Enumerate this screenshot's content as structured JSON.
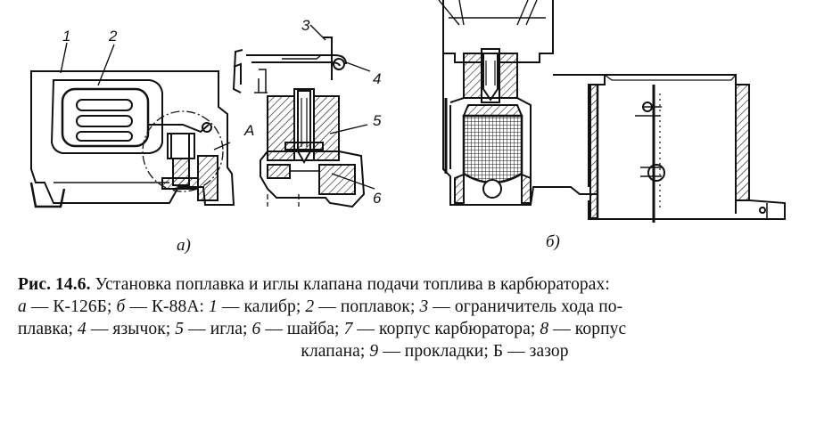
{
  "figure": {
    "callouts": {
      "n1": "1",
      "n2": "2",
      "n3": "3",
      "n4": "4",
      "n5": "5",
      "n6": "6",
      "detail": "A"
    },
    "subfigures": {
      "a": "а)",
      "b": "б)"
    }
  },
  "caption": {
    "fig_label": "Рис. 14.6.",
    "title": "Установка поплавка и иглы клапана подачи топлива в карбюраторах:",
    "a_letter": "а",
    "a_text": "— К-126Б;",
    "b_letter": "б",
    "b_text": "— К-88А:",
    "items": [
      {
        "n": "1",
        "t": "— калибр;"
      },
      {
        "n": "2",
        "t": "— поплавок;"
      },
      {
        "n": "3",
        "t": "— ограничитель хода по-"
      },
      {
        "t": "плавка;"
      },
      {
        "n": "4",
        "t": "— язычок;"
      },
      {
        "n": "5",
        "t": "— игла;"
      },
      {
        "n": "6",
        "t": "— шайба;"
      },
      {
        "n": "7",
        "t": "— корпус карбюратора;"
      },
      {
        "n": "8",
        "t": "— корпус"
      },
      {
        "t": "клапана;"
      },
      {
        "n": "9",
        "t": "— прокладки; Б — зазор"
      }
    ]
  }
}
